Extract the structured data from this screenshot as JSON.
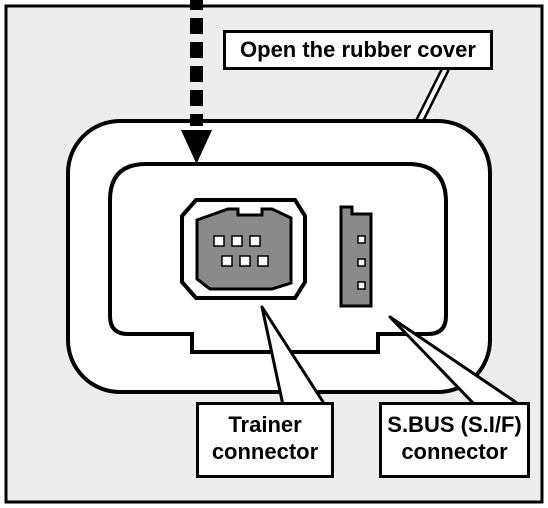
{
  "diagram": {
    "instruction_label": "Open the rubber cover",
    "trainer_label": {
      "line1": "Trainer",
      "line2": "connector"
    },
    "sbus_label": {
      "line1": "S.BUS (S.I/F)",
      "line2": "connector"
    }
  },
  "colors": {
    "panel_background": "#ededed",
    "outline": "#000000",
    "connector_fill": "#8a8a8a",
    "white": "#ffffff"
  },
  "icons": [
    "dashed-arrow-icon",
    "trainer-connector-icon",
    "sbus-connector-icon"
  ]
}
